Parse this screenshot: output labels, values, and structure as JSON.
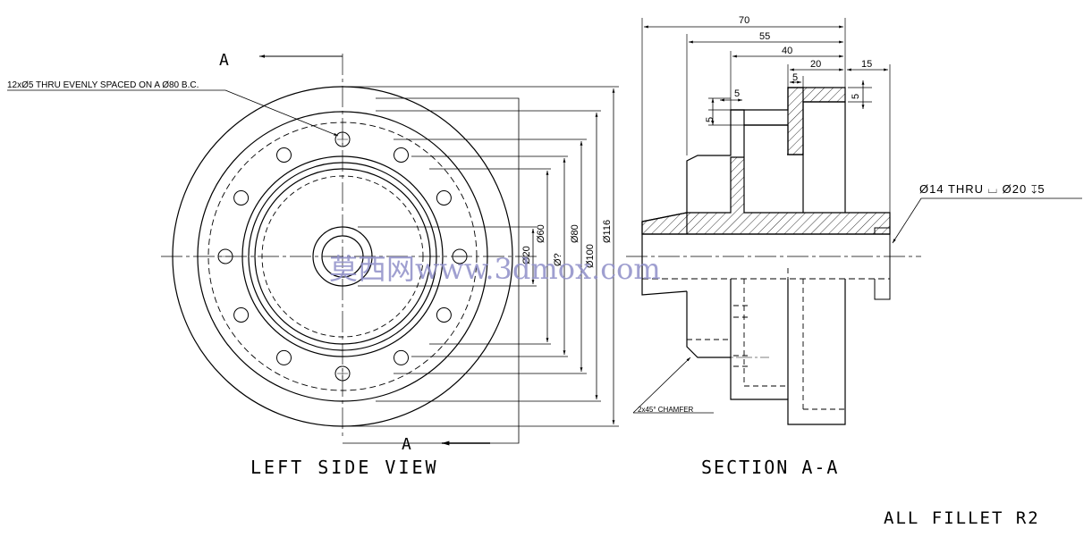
{
  "views": {
    "left_side_view": {
      "title": "LEFT SIDE VIEW",
      "cut_label": "A"
    },
    "section": {
      "title": "SECTION A-A"
    }
  },
  "notes": {
    "holes": "12xØ5 THRU EVENLY SPACED ON A Ø80 B.C.",
    "bore": "Ø14 THRU ⌴ Ø20 ↧5",
    "chamfer": "2x45° CHAMFER",
    "fillet": "ALL FILLET R2"
  },
  "dimensions": {
    "diameters": [
      "Ø60",
      "Ø80",
      "Ø116",
      "Ø20",
      "Ø100",
      "Ø?"
    ],
    "lengths": [
      "70",
      "55",
      "40",
      "20",
      "15",
      "5",
      "5",
      "5",
      "5"
    ]
  },
  "watermark": "莫西网www.3dmox.com"
}
